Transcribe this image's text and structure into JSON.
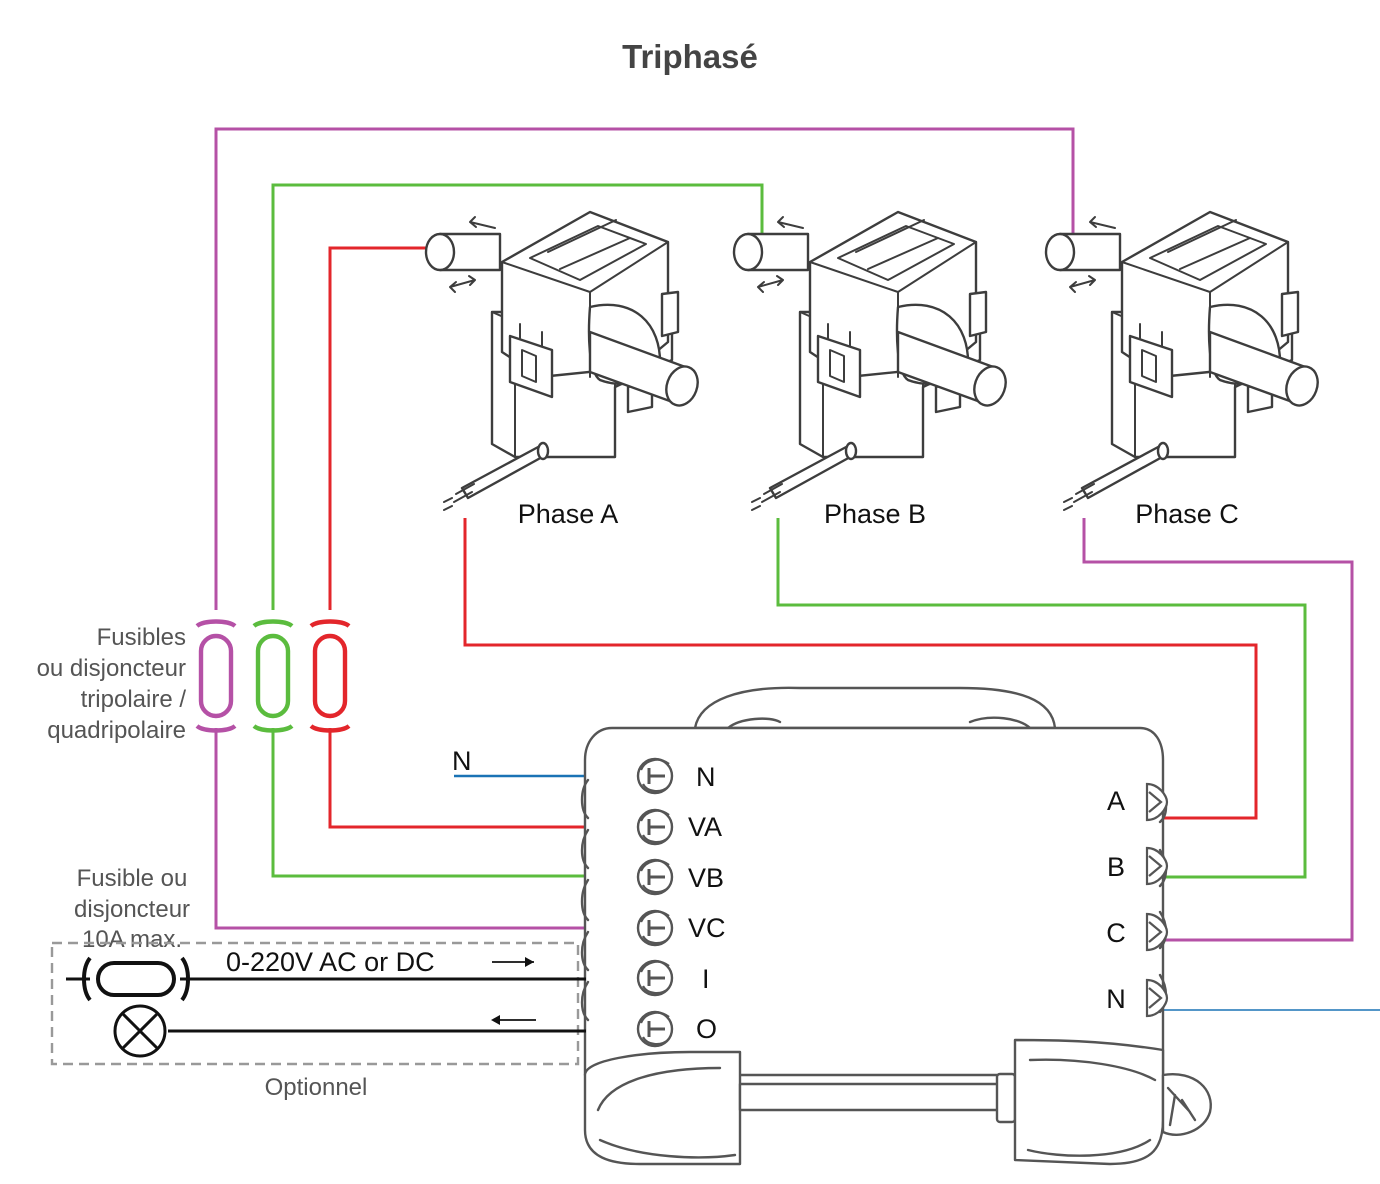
{
  "title": "Triphasé",
  "phases": [
    {
      "label": "Phase A",
      "color": "#e3262b"
    },
    {
      "label": "Phase B",
      "color": "#5bbc3e"
    },
    {
      "label": "Phase C",
      "color": "#b551a6"
    }
  ],
  "fuses_label": [
    "Fusibles",
    "ou disjoncteur",
    "tripolaire /",
    "quadripolaire"
  ],
  "neutral_label": "N",
  "neutral_color": "#1a73b5",
  "left_terminals": [
    "N",
    "VA",
    "VB",
    "VC",
    "I",
    "O"
  ],
  "right_terminals": [
    "A",
    "B",
    "C",
    "N"
  ],
  "optional_fuse_label": [
    "Fusible ou",
    "disjoncteur",
    "10A max."
  ],
  "voltage_label": "0-220V AC or DC",
  "optional_label": "Optionnel",
  "icons": {
    "current_transformer": "split-core-ct-icon",
    "fuse": "fuse-icon",
    "lamp": "lamp-icon",
    "meter": "energy-meter-icon"
  }
}
